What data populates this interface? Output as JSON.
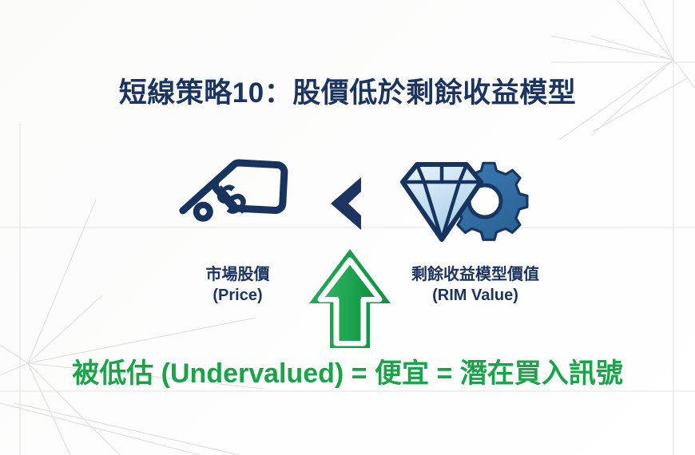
{
  "slide": {
    "background_color": "#fdfdfd",
    "title": "短線策略10：股價低於剩餘收益模型",
    "title_color": "#1b3560",
    "accent_green": "#1aa349",
    "accent_navy": "#1b3560",
    "accent_blue": "#2e6da4"
  },
  "comparison": {
    "operator": "<",
    "operator_name": "less-than-sign",
    "left": {
      "icon": "price-tag-dollar-icon",
      "label_cjk": "市場股價",
      "label_en": "(Price)"
    },
    "right": {
      "icon": "diamond-gear-icon",
      "label_cjk": "剩餘收益模型價值",
      "label_en": "(RIM Value)"
    }
  },
  "indicator": {
    "icon": "green-up-arrow-icon",
    "color": "#19a24a"
  },
  "conclusion": {
    "text": "被低估 (Undervalued) = 便宜 = 潛在買入訊號",
    "color": "#1aa349"
  }
}
